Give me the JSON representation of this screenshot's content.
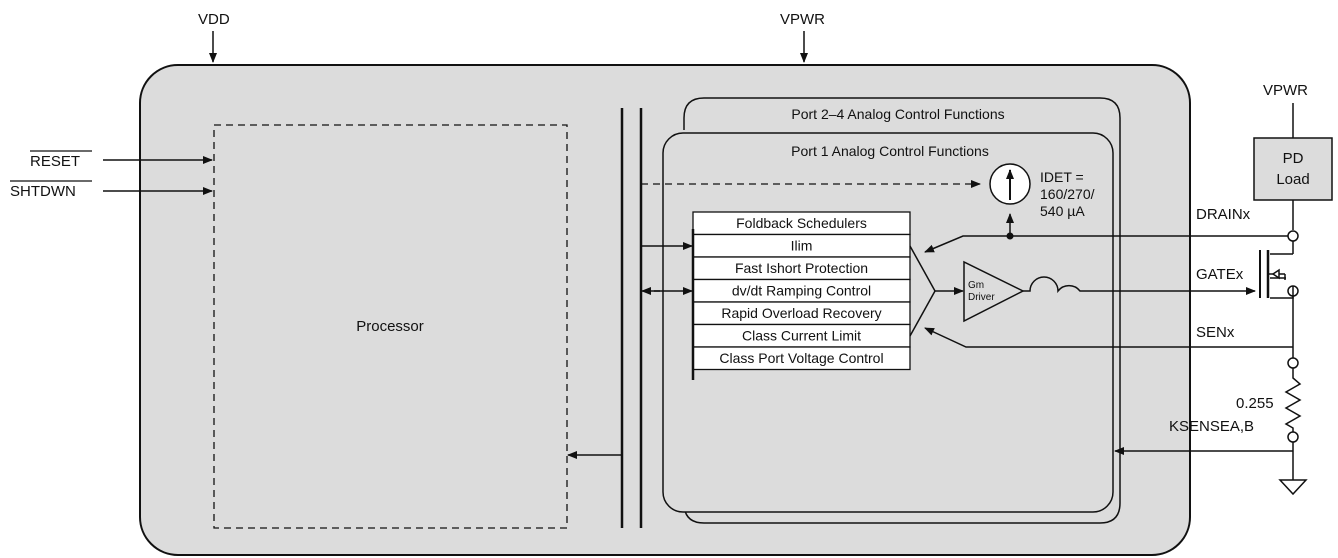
{
  "labels": {
    "vdd": "VDD",
    "vpwr_top": "VPWR",
    "vpwr_right": "VPWR",
    "reset": "RESET",
    "shtdwn": "SHTDWN",
    "processor": "Processor",
    "port24": "Port 2–4 Analog Control Functions",
    "port1": "Port 1 Analog Control Functions",
    "idet_1": "IDET =",
    "idet_2": "160/270/",
    "idet_3": "540 µA",
    "pd_load_1": "PD",
    "pd_load_2": "Load",
    "drainx": "DRAINx",
    "gatex": "GATEx",
    "senx": "SENx",
    "resistor_value": "0.255",
    "ksense": "KSENSEA,B",
    "gm_1": "Gm",
    "gm_2": "Driver"
  },
  "functions": [
    "Foldback Schedulers",
    "Ilim",
    "Fast Ishort Protection",
    "dv/dt Ramping Control",
    "Rapid Overload Recovery",
    "Class Current Limit",
    "Class Port Voltage Control"
  ],
  "colors": {
    "chip_fill": "#dcdcdc",
    "line": "#111111",
    "white": "#ffffff"
  }
}
